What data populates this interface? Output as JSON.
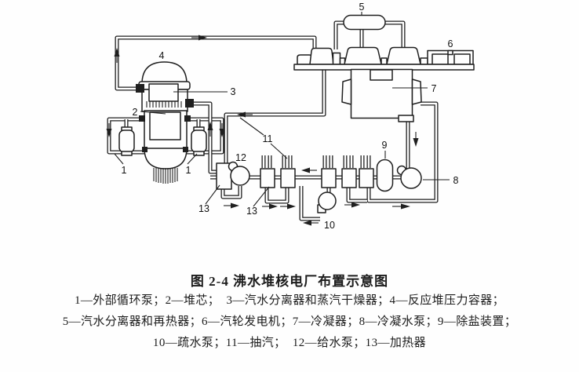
{
  "figure": {
    "title": "图 2-4  沸水堆核电厂布置示意图",
    "legend_lines": [
      "1—外部循环泵；2—堆芯；  3—汽水分离器和蒸汽干燥器；4—反应堆压力容器；",
      "5—汽水分离器和再热器；6—汽轮发电机；7—冷凝器；8—冷凝水泵；9—除盐装置；",
      "10—疏水泵；11—抽汽；  12—给水泵；13—加热器"
    ],
    "equipment": [
      {
        "num": "1",
        "label": "外部循环泵"
      },
      {
        "num": "2",
        "label": "堆芯"
      },
      {
        "num": "3",
        "label": "汽水分离器和蒸汽干燥器"
      },
      {
        "num": "4",
        "label": "反应堆压力容器"
      },
      {
        "num": "5",
        "label": "汽水分离器和再热器"
      },
      {
        "num": "6",
        "label": "汽轮发电机"
      },
      {
        "num": "7",
        "label": "冷凝器"
      },
      {
        "num": "8",
        "label": "冷凝水泵"
      },
      {
        "num": "9",
        "label": "除盐装置"
      },
      {
        "num": "10",
        "label": "疏水泵"
      },
      {
        "num": "11",
        "label": "抽汽"
      },
      {
        "num": "12",
        "label": "给水泵"
      },
      {
        "num": "13",
        "label": "加热器"
      }
    ]
  },
  "diagram": {
    "ink_color": "#1f1f1f",
    "labels": [
      {
        "text": "1"
      },
      {
        "text": "1"
      },
      {
        "text": "2"
      },
      {
        "text": "3"
      },
      {
        "text": "4"
      },
      {
        "text": "5"
      },
      {
        "text": "6"
      },
      {
        "text": "7"
      },
      {
        "text": "8"
      },
      {
        "text": "9"
      },
      {
        "text": "10"
      },
      {
        "text": "11"
      },
      {
        "text": "12"
      },
      {
        "text": "13"
      },
      {
        "text": "13"
      }
    ]
  }
}
